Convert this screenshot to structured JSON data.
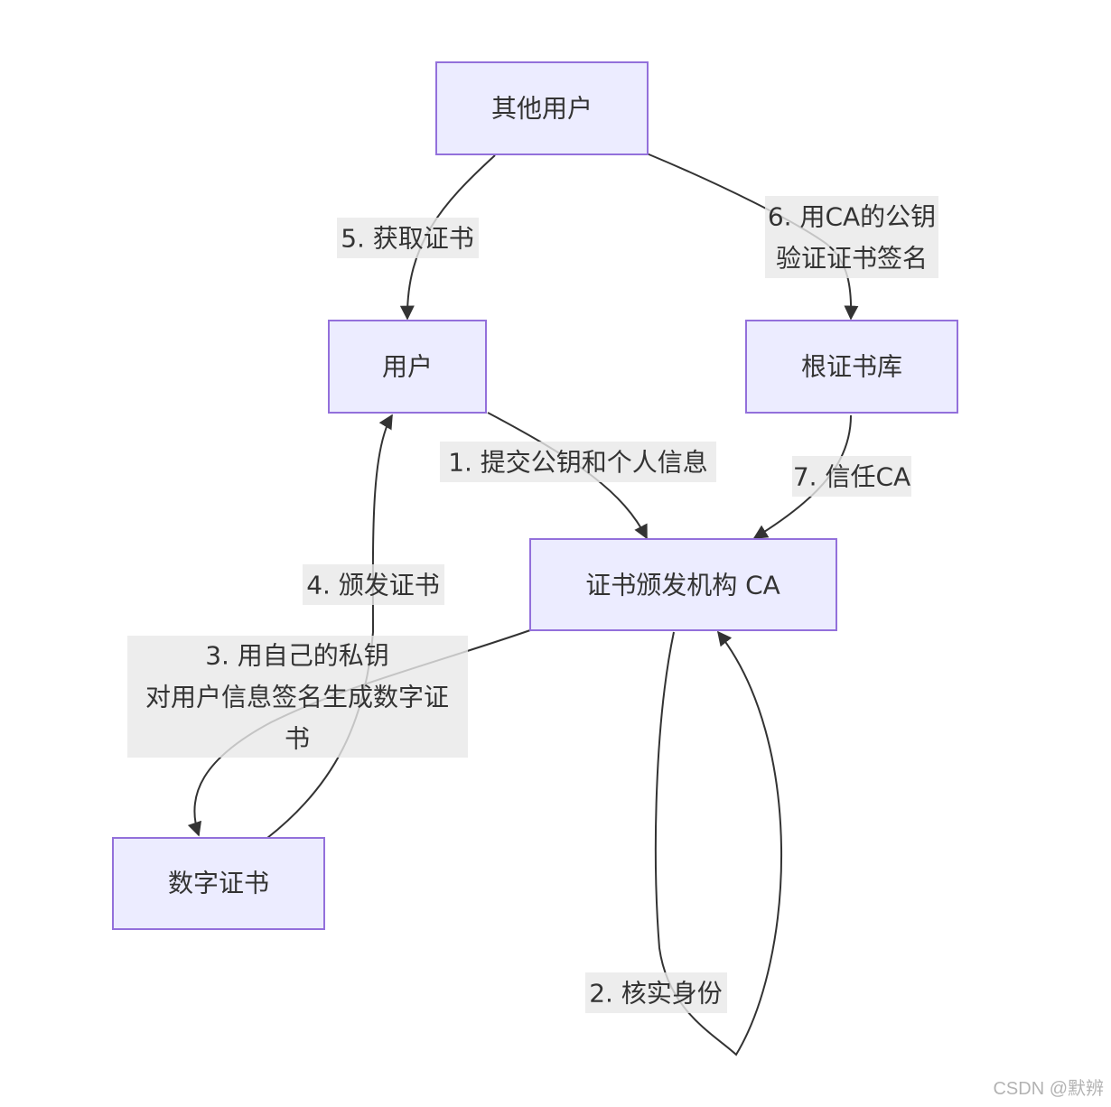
{
  "nodes": {
    "other_users": "其他用户",
    "user": "用户",
    "root_store": "根证书库",
    "ca": "证书颁发机构 CA",
    "certificate": "数字证书"
  },
  "edges": {
    "e1": [
      "1. 提交公钥和个人信息"
    ],
    "e2": [
      "2. 核实身份"
    ],
    "e3": [
      "3. 用自己的私钥",
      "对用户信息签名生成数字证",
      "书"
    ],
    "e4": [
      "4. 颁发证书"
    ],
    "e5": [
      "5. 获取证书"
    ],
    "e6": [
      "6. 用CA的公钥",
      "验证证书签名"
    ],
    "e7": [
      "7. 信任CA"
    ]
  },
  "watermark": "CSDN @默辨",
  "colors": {
    "node_fill": "#ECECFF",
    "node_stroke": "#9370DB",
    "edge": "#333333",
    "label_bg": "#E8E8E8"
  }
}
